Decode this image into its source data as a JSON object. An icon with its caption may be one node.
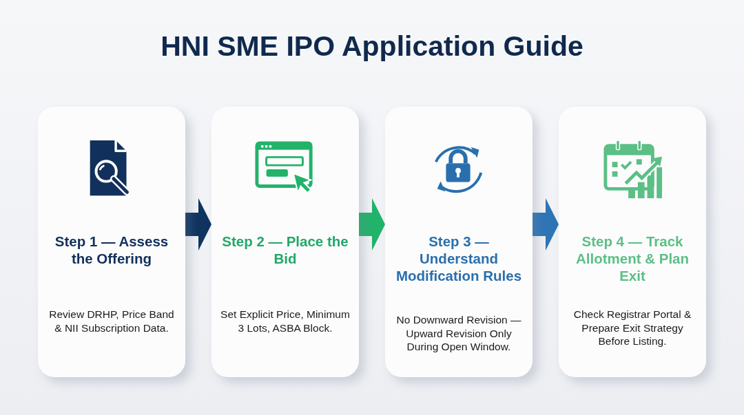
{
  "diagram": {
    "title": "HNI SME IPO Application Guide",
    "nodes": [
      {
        "text": [
          "Step 1 — Assess the Offering",
          "Review DRHP, Price Band & NII Subscription Data."
        ]
      },
      {
        "text": [
          "Step 2 — Place the Bid",
          "Set Explicit Price, Minimum 3 Lots, ASBA Block."
        ]
      },
      {
        "text": [
          "Step 3 — Understand Modification Rules",
          "No Downward Revision — Upward Revision Only During Open Window."
        ]
      },
      {
        "text": [
          "Step 4 — Track Allotment & Plan Exit",
          "Check Registrar Portal & Prepare Exit Strategy Before Listing."
        ]
      }
    ],
    "edges": [
      {
        "from": 0,
        "to": 1,
        "arrow": "to",
        "color": "#0f3460"
      },
      {
        "from": 1,
        "to": 2,
        "arrow": "to",
        "color": "#22b36b"
      },
      {
        "from": 2,
        "to": 3,
        "arrow": "to",
        "color": "#2e75b6"
      }
    ]
  }
}
